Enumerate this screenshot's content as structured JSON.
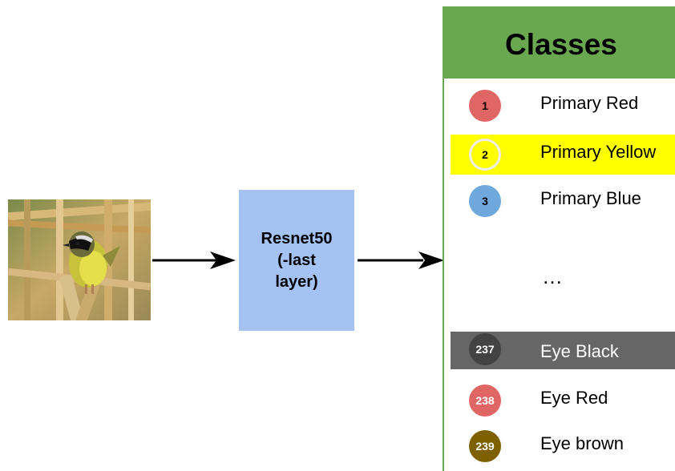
{
  "model": {
    "lines": [
      "Resnet50",
      "(-last",
      "layer)"
    ]
  },
  "classes": {
    "title": "Classes",
    "ellipsis": "…",
    "items": [
      {
        "number": "1",
        "label": "Primary Red",
        "badge_color": "#e06666",
        "badge_text_color": "#000000",
        "highlight": "none"
      },
      {
        "number": "2",
        "label": "Primary Yellow",
        "badge_color": "#ffff00",
        "badge_text_color": "#000000",
        "highlight": "yellow",
        "badge_border": "#eeeeee"
      },
      {
        "number": "3",
        "label": "Primary Blue",
        "badge_color": "#6fa8dc",
        "badge_text_color": "#000000",
        "highlight": "none"
      },
      {
        "number": "237",
        "label": "Eye Black",
        "badge_color": "#434343",
        "badge_text_color": "#ffffff",
        "highlight": "gray"
      },
      {
        "number": "238",
        "label": "Eye Red",
        "badge_color": "#e06666",
        "badge_text_color": "#ffffff",
        "highlight": "none"
      },
      {
        "number": "239",
        "label": "Eye brown",
        "badge_color": "#7f6000",
        "badge_text_color": "#ffffff",
        "highlight": "none"
      }
    ]
  },
  "colors": {
    "header_green": "#6aa84f",
    "model_blue": "#a4c2f4",
    "highlight_yellow": "#ffff00",
    "highlight_gray": "#666666"
  }
}
